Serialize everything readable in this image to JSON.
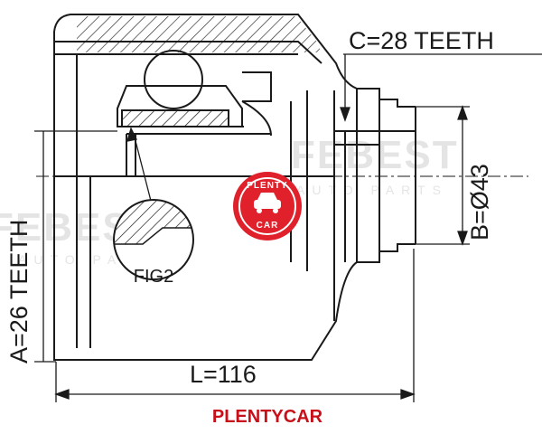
{
  "labels": {
    "c_teeth": "C=28 TEETH",
    "b_diameter": "B=Ø43",
    "a_teeth": "A=26 TEETH",
    "length": "L=116",
    "fig": "FIG2"
  },
  "badge": {
    "top_text": "PLENTY",
    "bottom_text": "CAR"
  },
  "watermark": {
    "brand": "FEBEST",
    "sub": "AUTO PARTS"
  },
  "footer": {
    "brand": "PLENTYCAR"
  },
  "colors": {
    "line": "#1a1a1a",
    "badge_red": "#e0202a",
    "footer_red": "#c8101a",
    "watermark": "#c8c8c8"
  }
}
